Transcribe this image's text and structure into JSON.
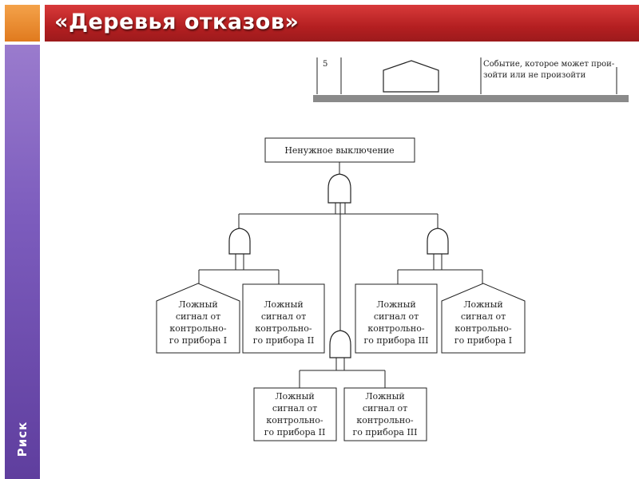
{
  "slide": {
    "title": "«Деревья отказов»",
    "side_label": "Риск"
  },
  "legend": {
    "number": "5",
    "description_line1": "Событие, которое может прои-",
    "description_line2": "зойти или не произойти"
  },
  "diagram": {
    "top_event": "Ненужное выключение",
    "events": {
      "left_outer": [
        "Ложный",
        "сигнал от",
        "контрольно-",
        "го прибора I"
      ],
      "left_inner": [
        "Ложный",
        "сигнал от",
        "контрольно-",
        "го прибора II"
      ],
      "right_inner": [
        "Ложный",
        "сигнал от",
        "контрольно-",
        "го прибора III"
      ],
      "right_outer": [
        "Ложный",
        "сигнал от",
        "контрольно-",
        "го прибора I"
      ],
      "bottom_left": [
        "Ложный",
        "сигнал от",
        "контрольно-",
        "го прибора II"
      ],
      "bottom_right": [
        "Ложный",
        "сигнал от",
        "контрольно-",
        "го прибора III"
      ]
    }
  }
}
